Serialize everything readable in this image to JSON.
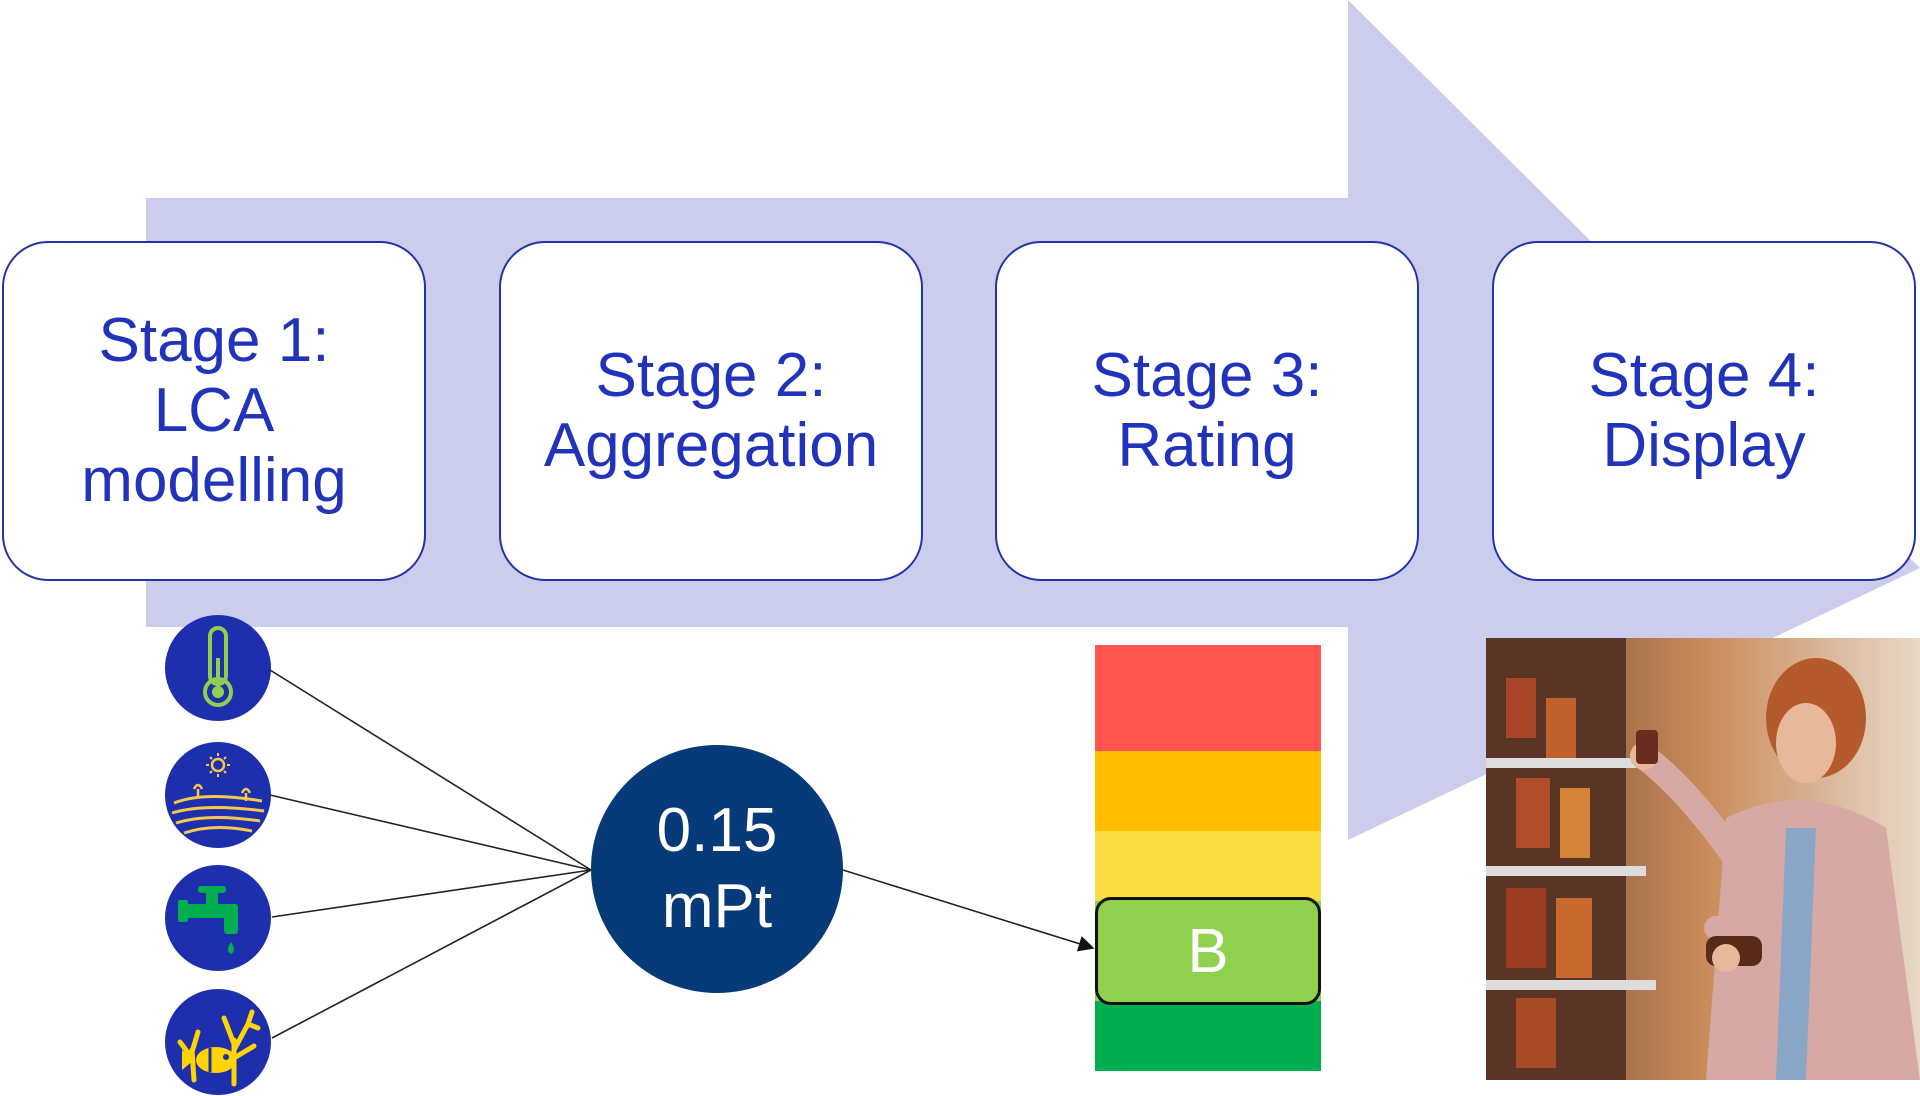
{
  "stages": [
    {
      "label": "Stage 1:\nLCA\nmodelling"
    },
    {
      "label": "Stage 2:\nAggregation"
    },
    {
      "label": "Stage 3:\nRating"
    },
    {
      "label": "Stage 4:\nDisplay"
    }
  ],
  "impact_icons": [
    "thermometer-icon",
    "land-use-icon",
    "water-tap-icon",
    "coral-fish-icon"
  ],
  "score": {
    "value": "0.15",
    "unit": "mPt"
  },
  "rating": {
    "bands": [
      "#ff5450",
      "#ffbf00",
      "#fbdc44",
      "#8fd14f",
      "#00b050"
    ],
    "selected_label": "B",
    "selected_color": "#8fd14f"
  },
  "colors": {
    "arrow": "#ccccec",
    "stage_border": "#2233aa",
    "stage_text": "#2233bb",
    "icon_bg": "#1e2fae",
    "score_bg": "#063a78"
  }
}
